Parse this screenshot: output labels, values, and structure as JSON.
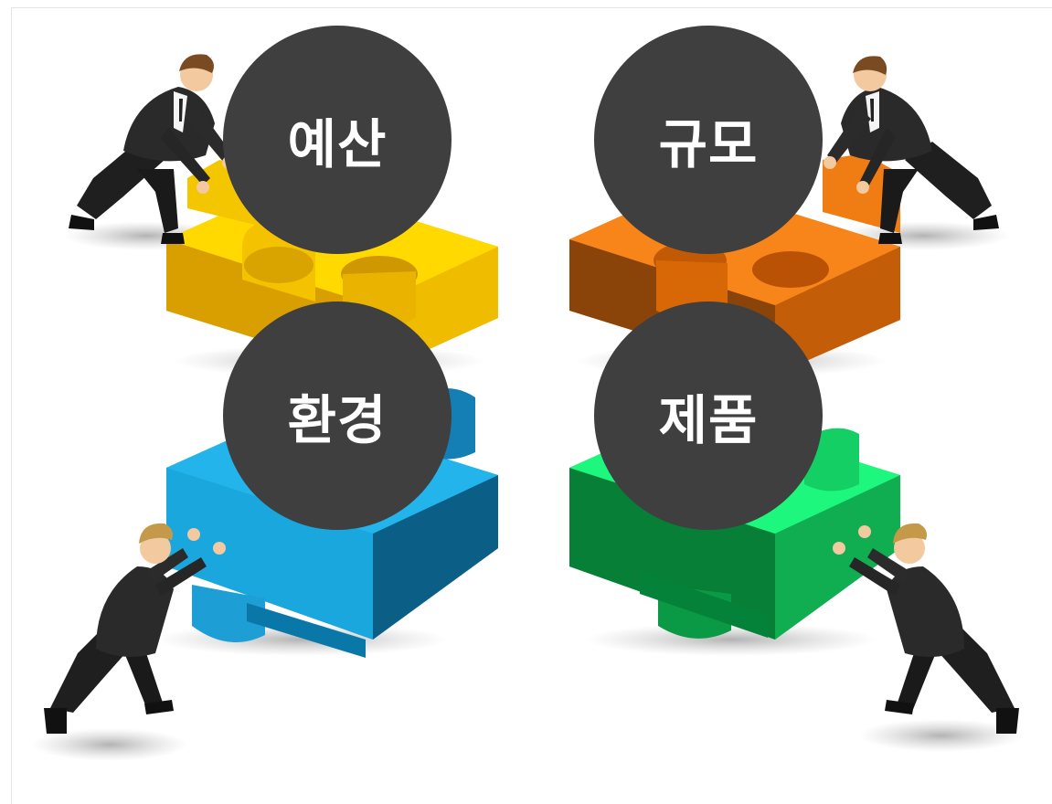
{
  "labels": {
    "budget": "예산",
    "scale": "규모",
    "environment": "환경",
    "product": "제품"
  },
  "colors": {
    "yellow_piece": "#f6c500",
    "orange_piece": "#f07a12",
    "blue_piece": "#1aa3dc",
    "green_piece": "#14c85f",
    "circle": "#3f3f3f",
    "label_text": "#ffffff"
  }
}
